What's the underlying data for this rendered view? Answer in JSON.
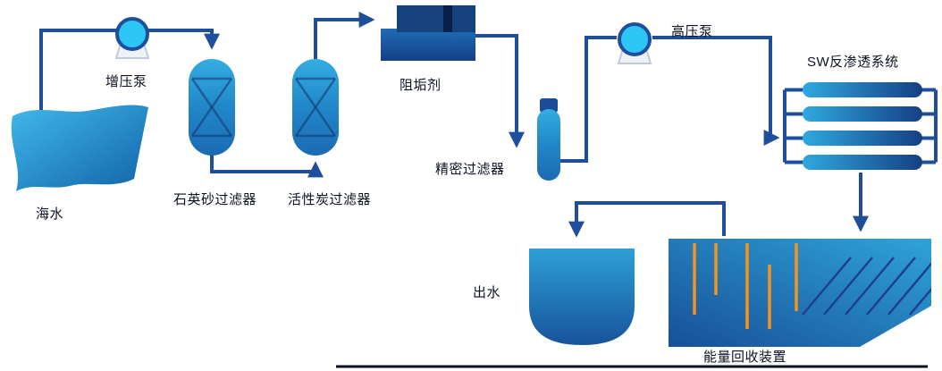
{
  "diagram": {
    "labels": {
      "source": "海水",
      "feed_pump": "增压泵",
      "sand_filter": "石英砂过滤器",
      "carbon_filter": "活性炭过滤器",
      "antiscalant": "阻垢剂",
      "precision_filter": "精密过滤器",
      "high_pressure_pump": "高压泵",
      "ro_system": "SW反渗透系统",
      "product_water": "出水",
      "energy_recovery": "能量回收装置"
    },
    "colors": {
      "flow_line": "#1f4e9c",
      "equipment_light_blue": "#34ade2",
      "equipment_dark_blue": "#153f85",
      "pump_fill": "#2ec6f5",
      "energy_bar_orange": "#f6921e",
      "label_text": "#0d1220"
    }
  }
}
